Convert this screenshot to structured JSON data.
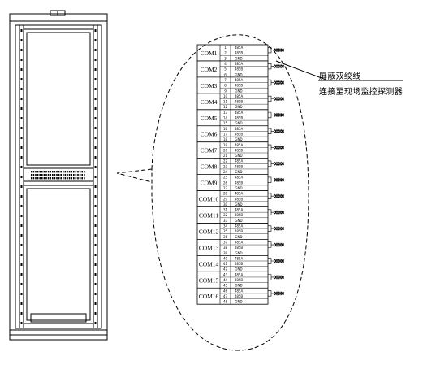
{
  "callouts": {
    "line1": "屏蔽双绞线",
    "line2": "连接至现场监控探测器"
  },
  "terminal_block": {
    "ports": [
      {
        "label": "COM1",
        "pins": [
          {
            "n": "1",
            "sig": "485A"
          },
          {
            "n": "2",
            "sig": "485B"
          },
          {
            "n": "3",
            "sig": "GND"
          }
        ]
      },
      {
        "label": "COM2",
        "pins": [
          {
            "n": "4",
            "sig": "485A"
          },
          {
            "n": "5",
            "sig": "485B"
          },
          {
            "n": "6",
            "sig": "GND"
          }
        ]
      },
      {
        "label": "COM3",
        "pins": [
          {
            "n": "7",
            "sig": "485A"
          },
          {
            "n": "8",
            "sig": "485B"
          },
          {
            "n": "9",
            "sig": "GND"
          }
        ]
      },
      {
        "label": "COM4",
        "pins": [
          {
            "n": "10",
            "sig": "485A"
          },
          {
            "n": "11",
            "sig": "485B"
          },
          {
            "n": "12",
            "sig": "GND"
          }
        ]
      },
      {
        "label": "COM5",
        "pins": [
          {
            "n": "13",
            "sig": "485A"
          },
          {
            "n": "14",
            "sig": "485B"
          },
          {
            "n": "15",
            "sig": "GND"
          }
        ]
      },
      {
        "label": "COM6",
        "pins": [
          {
            "n": "16",
            "sig": "485A"
          },
          {
            "n": "17",
            "sig": "485B"
          },
          {
            "n": "18",
            "sig": "GND"
          }
        ]
      },
      {
        "label": "COM7",
        "pins": [
          {
            "n": "19",
            "sig": "485A"
          },
          {
            "n": "20",
            "sig": "485B"
          },
          {
            "n": "21",
            "sig": "GND"
          }
        ]
      },
      {
        "label": "COM8",
        "pins": [
          {
            "n": "22",
            "sig": "485A"
          },
          {
            "n": "23",
            "sig": "485B"
          },
          {
            "n": "24",
            "sig": "GND"
          }
        ]
      },
      {
        "label": "COM9",
        "pins": [
          {
            "n": "25",
            "sig": "485A"
          },
          {
            "n": "26",
            "sig": "485B"
          },
          {
            "n": "27",
            "sig": "GND"
          }
        ]
      },
      {
        "label": "COM10",
        "pins": [
          {
            "n": "28",
            "sig": "485A"
          },
          {
            "n": "29",
            "sig": "485B"
          },
          {
            "n": "30",
            "sig": "GND"
          }
        ]
      },
      {
        "label": "COM11",
        "pins": [
          {
            "n": "31",
            "sig": "485A"
          },
          {
            "n": "32",
            "sig": "485B"
          },
          {
            "n": "33",
            "sig": "GND"
          }
        ]
      },
      {
        "label": "COM12",
        "pins": [
          {
            "n": "34",
            "sig": "485A"
          },
          {
            "n": "35",
            "sig": "485B"
          },
          {
            "n": "36",
            "sig": "GND"
          }
        ]
      },
      {
        "label": "COM13",
        "pins": [
          {
            "n": "37",
            "sig": "485A"
          },
          {
            "n": "38",
            "sig": "485B"
          },
          {
            "n": "39",
            "sig": "GND"
          }
        ]
      },
      {
        "label": "COM14",
        "pins": [
          {
            "n": "40",
            "sig": "485A"
          },
          {
            "n": "41",
            "sig": "485B"
          },
          {
            "n": "42",
            "sig": "GND"
          }
        ]
      },
      {
        "label": "COM15",
        "pins": [
          {
            "n": "43",
            "sig": "485A"
          },
          {
            "n": "44",
            "sig": "485B"
          },
          {
            "n": "45",
            "sig": "GND"
          }
        ]
      },
      {
        "label": "COM16",
        "pins": [
          {
            "n": "46",
            "sig": "485A"
          },
          {
            "n": "47",
            "sig": "485B"
          },
          {
            "n": "48",
            "sig": "GND"
          }
        ]
      }
    ]
  }
}
